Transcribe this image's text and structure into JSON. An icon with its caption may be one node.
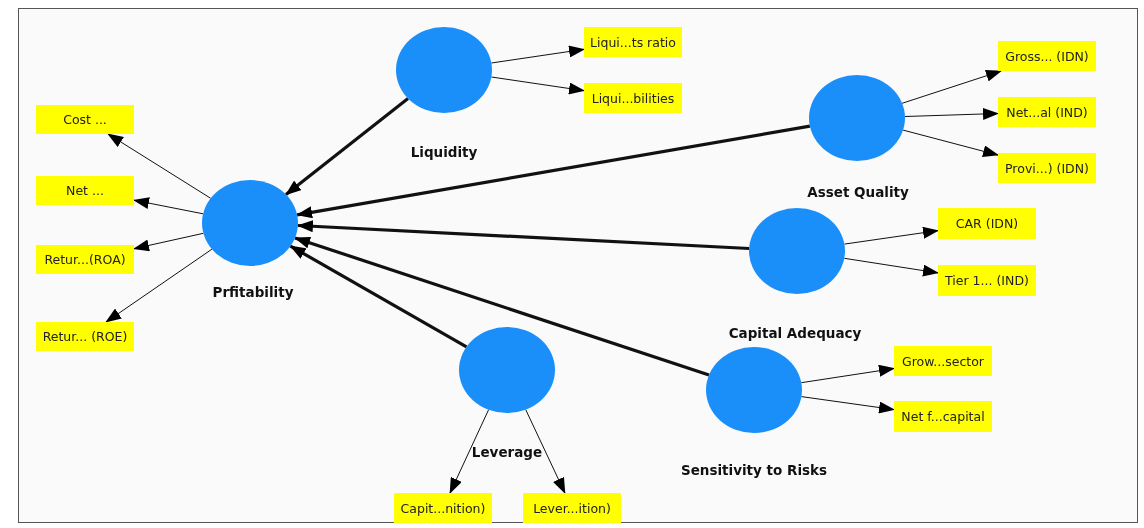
{
  "diagram": {
    "nodes": [
      {
        "text": [
          "Prfitability"
        ]
      },
      {
        "text": [
          "Liquidity"
        ]
      },
      {
        "text": [
          "Asset Quality"
        ]
      },
      {
        "text": [
          "Capital Adequacy"
        ]
      },
      {
        "text": [
          "Leverage"
        ]
      },
      {
        "text": [
          "Sensitivity to Risks"
        ]
      },
      {
        "text": [
          "Cost ..."
        ]
      },
      {
        "text": [
          "Net ..."
        ]
      },
      {
        "text": [
          "Retur...(ROA)"
        ]
      },
      {
        "text": [
          "Retur... (ROE)"
        ]
      },
      {
        "text": [
          "Liqui...ts ratio"
        ]
      },
      {
        "text": [
          "Liqui...bilities"
        ]
      },
      {
        "text": [
          "Gross... (IDN)"
        ]
      },
      {
        "text": [
          "Net...al (IND)"
        ]
      },
      {
        "text": [
          "Provi...) (IDN)"
        ]
      },
      {
        "text": [
          "CAR (IDN)"
        ]
      },
      {
        "text": [
          "Tier 1... (IND)"
        ]
      },
      {
        "text": [
          "Grow...sector"
        ]
      },
      {
        "text": [
          "Net f...capital"
        ]
      },
      {
        "text": [
          "Capit...nition)"
        ]
      },
      {
        "text": [
          "Lever...ition)"
        ]
      }
    ],
    "edges": [
      {
        "from": 0,
        "to": 6,
        "arrow": "to"
      },
      {
        "from": 0,
        "to": 7,
        "arrow": "to"
      },
      {
        "from": 0,
        "to": 8,
        "arrow": "to"
      },
      {
        "from": 0,
        "to": 9,
        "arrow": "to"
      },
      {
        "from": 1,
        "to": 0,
        "arrow": "to",
        "style": "thick"
      },
      {
        "from": 1,
        "to": 10,
        "arrow": "to"
      },
      {
        "from": 1,
        "to": 11,
        "arrow": "to"
      },
      {
        "from": 2,
        "to": 0,
        "arrow": "to",
        "style": "thick"
      },
      {
        "from": 2,
        "to": 12,
        "arrow": "to"
      },
      {
        "from": 2,
        "to": 13,
        "arrow": "to"
      },
      {
        "from": 2,
        "to": 14,
        "arrow": "to"
      },
      {
        "from": 3,
        "to": 0,
        "arrow": "to",
        "style": "thick"
      },
      {
        "from": 3,
        "to": 15,
        "arrow": "to"
      },
      {
        "from": 3,
        "to": 16,
        "arrow": "to"
      },
      {
        "from": 4,
        "to": 0,
        "arrow": "to",
        "style": "thick"
      },
      {
        "from": 4,
        "to": 19,
        "arrow": "to"
      },
      {
        "from": 4,
        "to": 20,
        "arrow": "to"
      },
      {
        "from": 5,
        "to": 0,
        "arrow": "to",
        "style": "thick"
      },
      {
        "from": 5,
        "to": 17,
        "arrow": "to"
      },
      {
        "from": 5,
        "to": 18,
        "arrow": "to"
      }
    ]
  }
}
